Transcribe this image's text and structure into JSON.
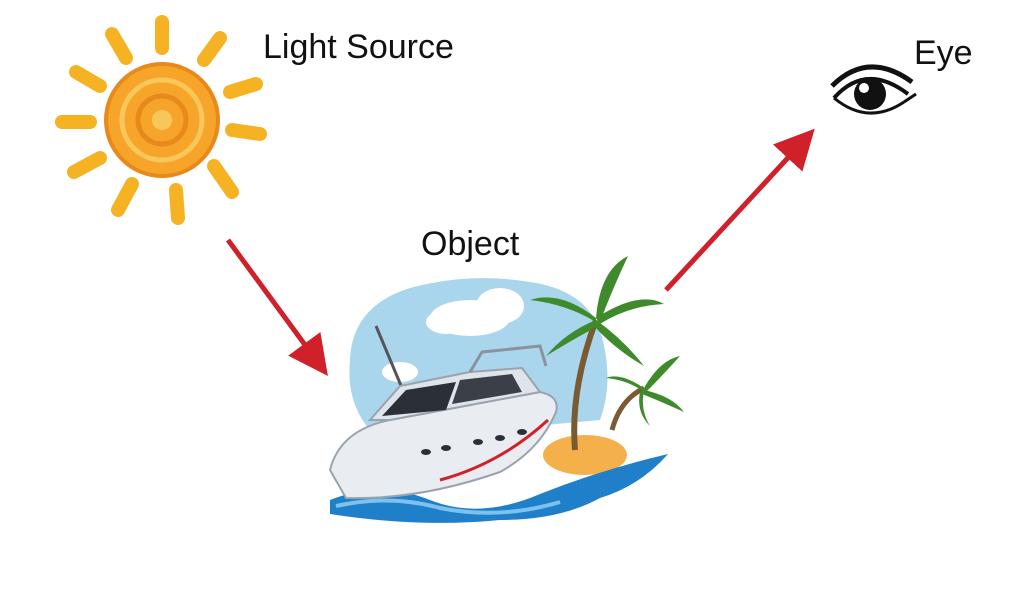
{
  "labels": {
    "light_source": "Light Source",
    "object": "Object",
    "eye": "Eye"
  },
  "icons": {
    "sun": "sun-icon",
    "eye": "eye-icon",
    "boat": "boat-icon",
    "palm": "palm-tree-icon"
  },
  "colors": {
    "arrow": "#d0202a",
    "sun_outer": "#f5b324",
    "sun_inner": "#f29a1c",
    "sky": "#a9d6ec",
    "water": "#1f7fc8",
    "sand": "#f4b04a",
    "palm_leaf": "#3f8b2c",
    "hull": "#e9edf2",
    "eye_ink": "#111111"
  }
}
